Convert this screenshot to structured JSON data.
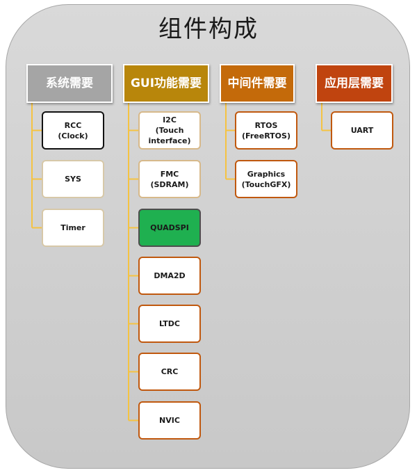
{
  "title": "组件构成",
  "colors": {
    "col1_header": "#a5a5a5",
    "col2_header": "#b8860b",
    "col3_header": "#c46a0a",
    "col4_header": "#c0440f",
    "highlight": "#1fb050",
    "item_border_brown": "#c0580e"
  },
  "columns": [
    {
      "header": "系统需要",
      "items": [
        "RCC\n(Clock)",
        "SYS",
        "Timer"
      ]
    },
    {
      "header": "GUI功能需要",
      "items": [
        "I2C\n(Touch\ninterface)",
        "FMC (SDRAM)",
        "QUADSPI",
        "DMA2D",
        "LTDC",
        "CRC",
        "NVIC"
      ]
    },
    {
      "header": "中间件需要",
      "items": [
        "RTOS\n(FreeRTOS)",
        "Graphics\n(TouchGFX)"
      ]
    },
    {
      "header": "应用层需要",
      "items": [
        "UART"
      ]
    }
  ]
}
